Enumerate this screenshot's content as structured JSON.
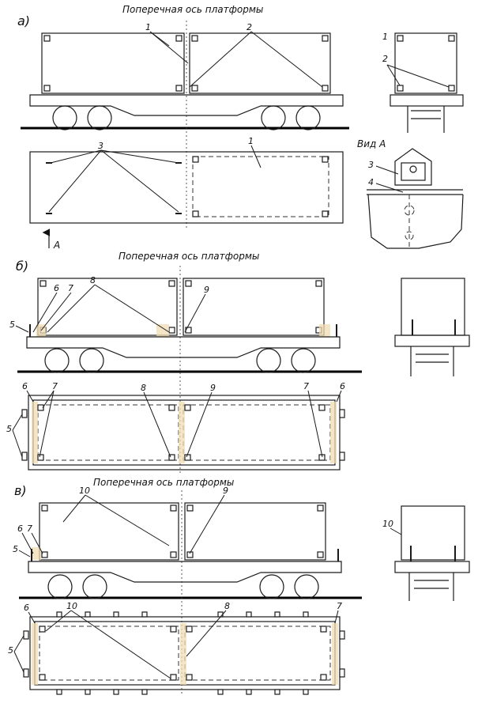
{
  "section_labels": [
    "а)",
    "б)",
    "в)"
  ],
  "axis_caption": "Поперечная ось платформы",
  "view_a_title": "Вид А",
  "arrow_label": "А",
  "callouts": {
    "n1": "1",
    "n2": "2",
    "n3": "3",
    "n4": "4",
    "n5": "5",
    "n6": "6",
    "n7": "7",
    "n8": "8",
    "n9": "9",
    "n10": "10"
  },
  "colors": {
    "line": "#1a1a1a",
    "marker": "#f1dcb4",
    "background": "#ffffff"
  }
}
